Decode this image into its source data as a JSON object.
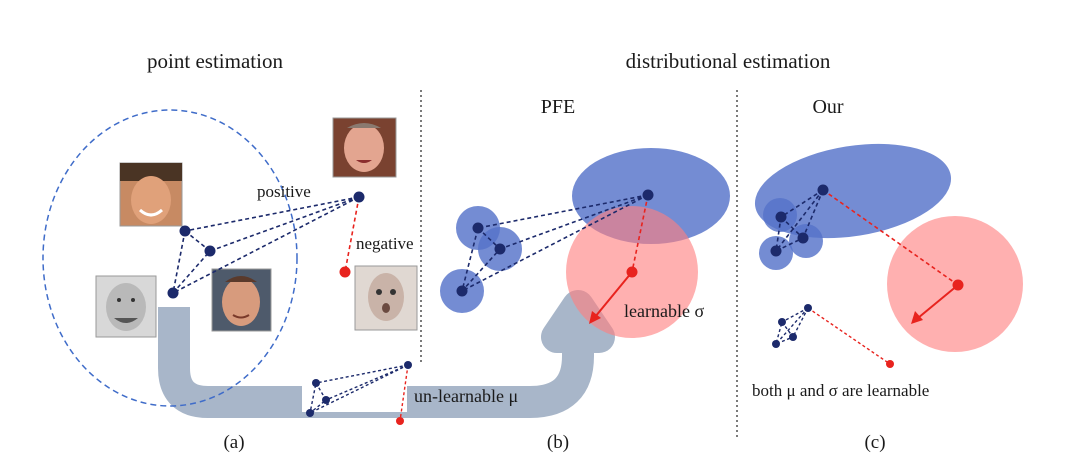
{
  "headings": {
    "left": "point estimation",
    "right": "distributional estimation"
  },
  "panels": {
    "b_title": "PFE",
    "c_title": "Our"
  },
  "labels": {
    "positive": "positive",
    "negative": "negative",
    "learnable_sigma": "learnable σ",
    "unlearnable_mu": "un-learnable μ",
    "both_learnable": "both μ and σ are learnable"
  },
  "captions": {
    "a": "(a)",
    "b": "(b)",
    "c": "(c)"
  },
  "colors": {
    "anchor_navy": "#1c2a6b",
    "negative_red": "#e8231e",
    "blue_fill": "#5573c9",
    "red_fill": "#ff8c8c",
    "arrow_gray": "#a8b6c9",
    "circle_dash": "#3f6cc9"
  },
  "images": {
    "face_1": "face-photo",
    "face_2": "face-photo",
    "face_3": "face-photo",
    "face_4": "face-photo",
    "face_5": "face-photo"
  }
}
